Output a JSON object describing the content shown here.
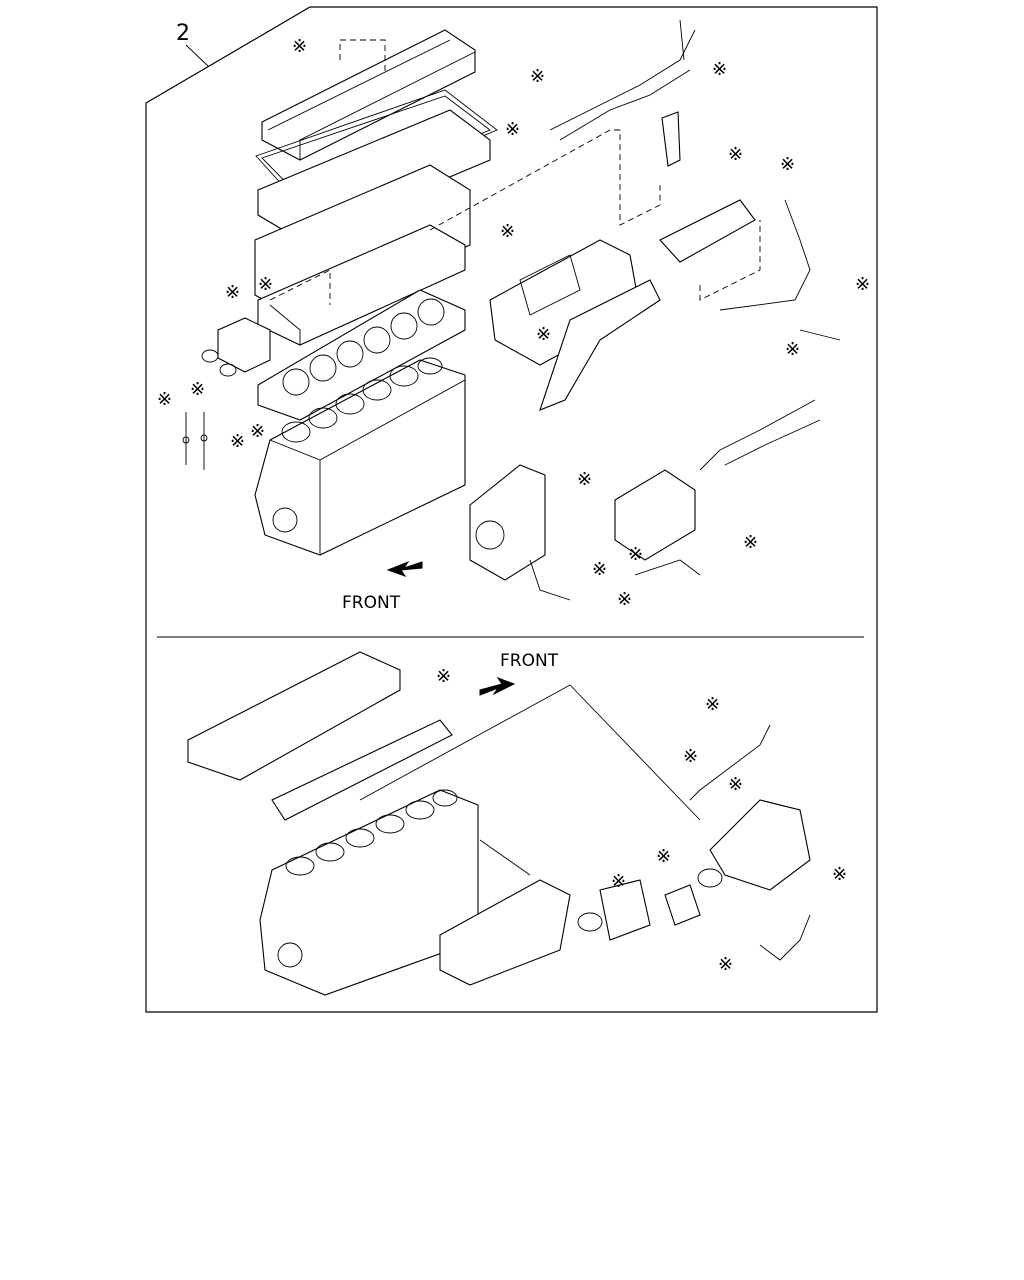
{
  "diagram": {
    "item_number": "2",
    "front_label_top": "FRONT",
    "front_label_bottom": "FRONT",
    "marker_symbol": "※",
    "marker_icon": "asterisk-reference-mark"
  }
}
